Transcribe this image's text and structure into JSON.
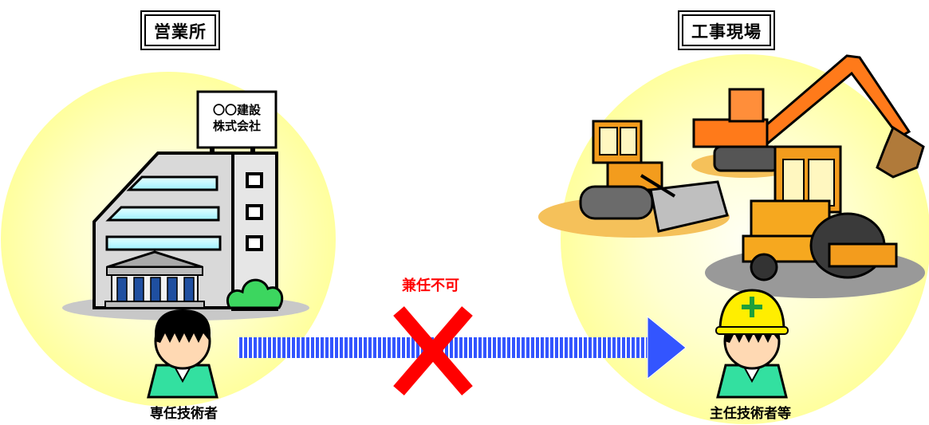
{
  "office": {
    "label": "営業所",
    "sign_line1": "〇〇建設",
    "sign_line2": "株式会社",
    "person_caption": "専任技術者"
  },
  "site": {
    "label": "工事現場",
    "person_caption": "主任技術者等"
  },
  "relation": {
    "label": "兼任不可"
  },
  "colors": {
    "circle_glow": "#ffffb3",
    "arrow_blue": "#3355ff",
    "cross_red": "#ff0000",
    "shirt_green": "#33e0a0",
    "helmet_yellow": "#ffee00"
  }
}
